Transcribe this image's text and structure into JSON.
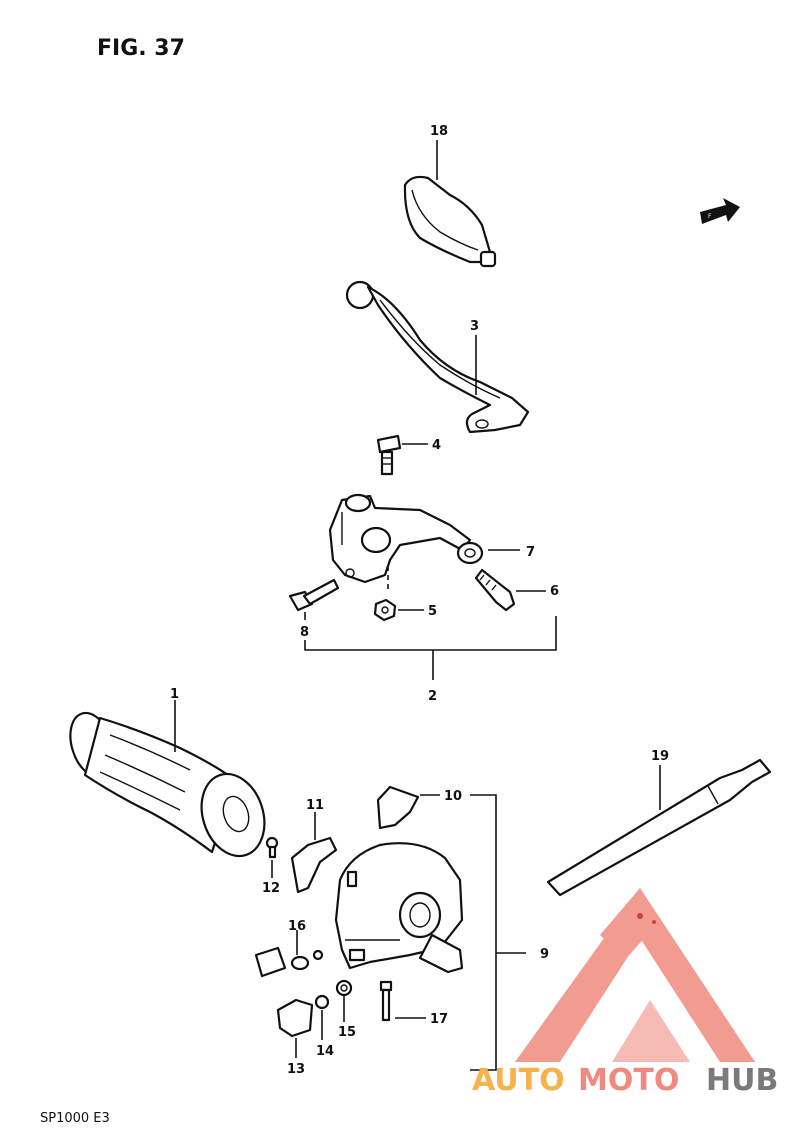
{
  "figure": {
    "title": "FIG. 37"
  },
  "footer": {
    "model": "SP1000 E3"
  },
  "watermark": {
    "auto": "AUTO",
    "moto": "MOTO",
    "hub": "HUB",
    "colors": {
      "auto": "#f7b24c",
      "moto": "#f08a7e",
      "hub": "#7a7a7a",
      "logo": "#f08a7e"
    }
  },
  "callouts": [
    "1",
    "2",
    "3",
    "4",
    "5",
    "6",
    "7",
    "8",
    "9",
    "10",
    "11",
    "12",
    "13",
    "14",
    "15",
    "16",
    "17",
    "18",
    "19"
  ]
}
